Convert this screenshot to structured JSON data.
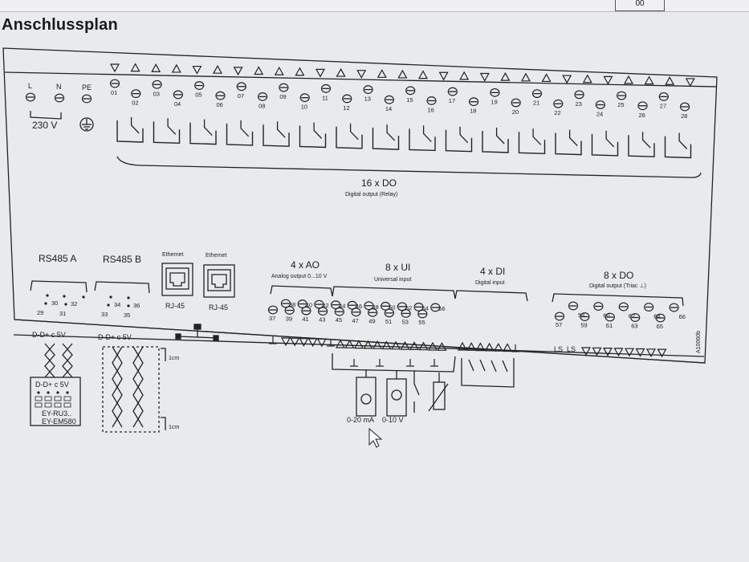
{
  "title": "Anschlussplan",
  "header_box_text": "00",
  "power": {
    "L": "L",
    "N": "N",
    "PE": "PE",
    "voltage": "230 V",
    "ground_symbol": "⏚"
  },
  "relay_terminals": [
    "01",
    "02",
    "03",
    "04",
    "05",
    "06",
    "07",
    "08",
    "09",
    "10",
    "11",
    "12",
    "13",
    "14",
    "15",
    "16",
    "17",
    "18",
    "19",
    "20",
    "21",
    "22",
    "23",
    "24",
    "25",
    "26",
    "27",
    "28"
  ],
  "relay_group": {
    "title": "16 x DO",
    "subtitle": "Digital output (Relay)"
  },
  "rs485_a": {
    "title": "RS485 A",
    "terms": [
      "30",
      "32",
      "29",
      "31"
    ],
    "bus": "D-D+ c 5V"
  },
  "rs485_b": {
    "title": "RS485 B",
    "terms": [
      "34",
      "36",
      "33",
      "35"
    ],
    "bus": "D-D+ c 5V"
  },
  "ethernet1": {
    "title": "Ethernet",
    "port": "RJ-45"
  },
  "ethernet2": {
    "title": "Ethernet",
    "port": "RJ-45"
  },
  "ao_group": {
    "title": "4 x AO",
    "subtitle": "Analog output 0...10 V"
  },
  "ui_group": {
    "title": "8 x UI",
    "subtitle": "Universal input"
  },
  "di_group": {
    "title": "4 x DI",
    "subtitle": "Digital input"
  },
  "do_triac_group": {
    "title": "8 x DO",
    "subtitle": "Digital output (Triac ⊥)"
  },
  "terminals_lower_top": [
    "38",
    "40",
    "42",
    "44",
    "46",
    "48",
    "50",
    "52",
    "54",
    "56"
  ],
  "terminals_lower_bottom": [
    "37",
    "39",
    "41",
    "43",
    "45",
    "47",
    "49",
    "51",
    "53",
    "55"
  ],
  "terminals_triac_top": [
    "58",
    "60",
    "62",
    "64",
    "66"
  ],
  "terminals_triac_bottom": [
    "57",
    "59",
    "61",
    "63",
    "65"
  ],
  "ls_labels": [
    "LS",
    "LS"
  ],
  "side_code": "A10060b",
  "device_box": {
    "bus": "D-D+ c 5V",
    "line1": "EY-RU3..",
    "line2": "EY-EM580"
  },
  "cable_note": "1cm",
  "sensor_labels": [
    "0-20 mA",
    "0-10 V"
  ]
}
